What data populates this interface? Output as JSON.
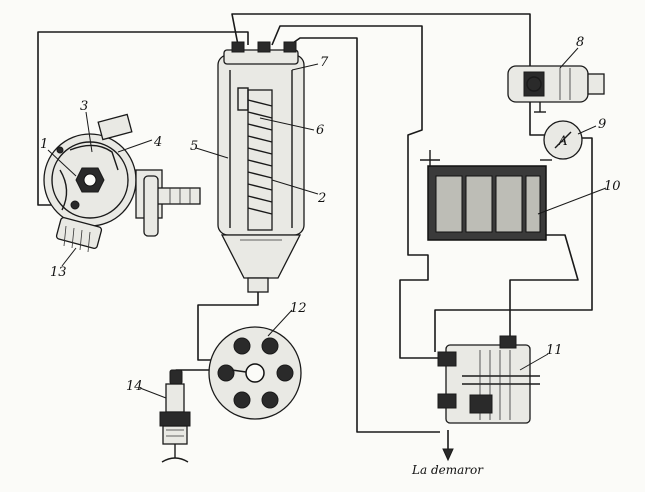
{
  "diagram": {
    "components": [
      {
        "id": "1",
        "label": "1"
      },
      {
        "id": "2",
        "label": "2"
      },
      {
        "id": "3",
        "label": "3"
      },
      {
        "id": "4",
        "label": "4"
      },
      {
        "id": "5",
        "label": "5"
      },
      {
        "id": "6",
        "label": "6"
      },
      {
        "id": "7",
        "label": "7"
      },
      {
        "id": "8",
        "label": "8"
      },
      {
        "id": "9",
        "label": "9"
      },
      {
        "id": "10",
        "label": "10"
      },
      {
        "id": "11",
        "label": "11"
      },
      {
        "id": "12",
        "label": "12"
      },
      {
        "id": "13",
        "label": "13"
      },
      {
        "id": "14",
        "label": "14"
      }
    ],
    "ammeter_symbol": "A",
    "starter_caption": "La demaror"
  }
}
